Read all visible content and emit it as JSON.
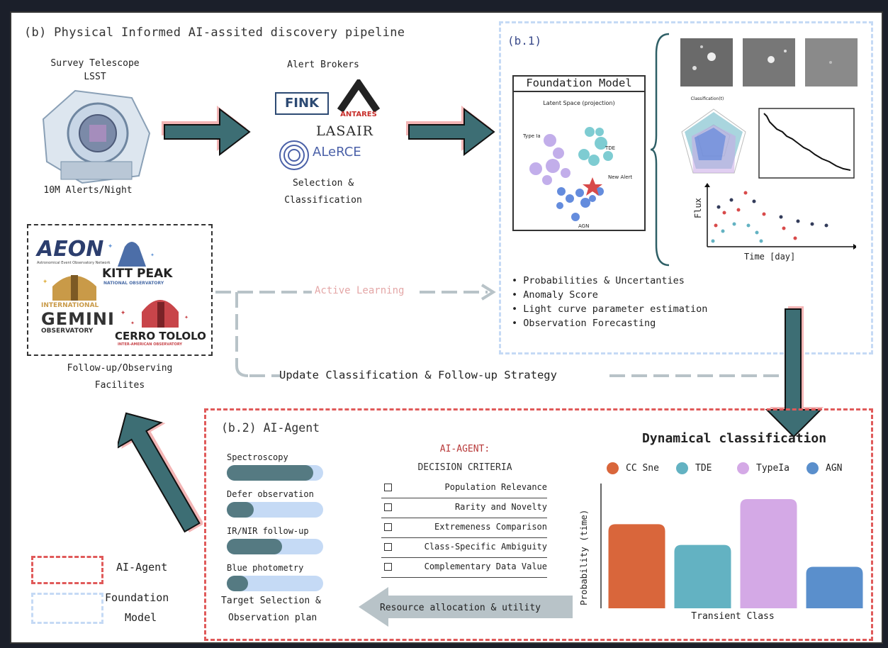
{
  "title": "(b) Physical Informed AI-assited discovery pipeline",
  "telescope": {
    "line1": "Survey Telescope",
    "line2": "LSST",
    "rate": "10M Alerts/Night"
  },
  "brokers": {
    "heading": "Alert Brokers",
    "logos": {
      "fink": "FINK",
      "antares": "ANTARES",
      "lasair": "LASAIR",
      "alerce": "ALeRCE"
    },
    "caption1": "Selection &",
    "caption2": "Classification"
  },
  "b1": {
    "label": "(b.1)",
    "foundation_title": "Foundation Model",
    "latent_title": "Latent Space (projection)",
    "latent_labels": {
      "typeia": "Type Ia",
      "tde": "TDE",
      "new_alert": "New Alert",
      "agn": "AGN"
    },
    "radar_title": "Classification(t)",
    "lc_xlabel": "Time [day]",
    "lc_ylabel": "Flux",
    "bullets": [
      "Probabilities & Uncertanties",
      "Anomaly Score",
      "Light curve parameter estimation",
      "Observation Forecasting"
    ]
  },
  "facilities": {
    "logos": {
      "aeon": "AEON",
      "aeon_sub": "Astronomical Event Observatory Network",
      "kitt_peak": "KITT PEAK",
      "kitt_sub": "NATIONAL OBSERVATORY",
      "gemini_top": "INTERNATIONAL",
      "gemini": "GEMINI",
      "gemini_sub": "OBSERVATORY",
      "cerro": "CERRO TOLOLO",
      "cerro_sub": "INTER-AMERICAN OBSERVATORY"
    },
    "caption1": "Follow-up/Observing",
    "caption2": "Facilites"
  },
  "flows": {
    "active_learning": "Active Learning",
    "update": "Update Classification & Follow-up Strategy",
    "resource": "Resource allocation & utility"
  },
  "b2": {
    "label": "(b.2) AI-Agent",
    "actions": [
      {
        "label": "Spectroscopy",
        "level": 0.9
      },
      {
        "label": "Defer observation",
        "level": 0.28
      },
      {
        "label": "IR/NIR follow-up",
        "level": 0.57
      },
      {
        "label": "Blue photometry",
        "level": 0.22
      }
    ],
    "target_caption1": "Target Selection &",
    "target_caption2": "Observation plan",
    "criteria_title1": "AI-AGENT:",
    "criteria_title2": "DECISION CRITERIA",
    "criteria": [
      "Population Relevance",
      "Rarity and Novelty",
      "Extremeness Comparison",
      "Class-Specific Ambiguity",
      "Complementary Data Value"
    ]
  },
  "legend": {
    "agent": "AI-Agent",
    "foundation1": "Foundation",
    "foundation2": "Model"
  },
  "chart_data": {
    "type": "bar",
    "title": "Dynamical classification",
    "xlabel": "Transient Class",
    "ylabel": "Probability (time)",
    "categories": [
      "CC Sne",
      "TDE",
      "TypeIa",
      "AGN"
    ],
    "values": [
      0.77,
      0.58,
      1.0,
      0.38
    ],
    "colors": [
      "#d9663b",
      "#63b2c2",
      "#d4a9e6",
      "#5a8fcc"
    ],
    "legend": "top",
    "grid": false
  },
  "colors": {
    "accent_red": "#e05a5a",
    "accent_blue": "#c5daf5",
    "arrow_teal": "#3d6e74"
  }
}
